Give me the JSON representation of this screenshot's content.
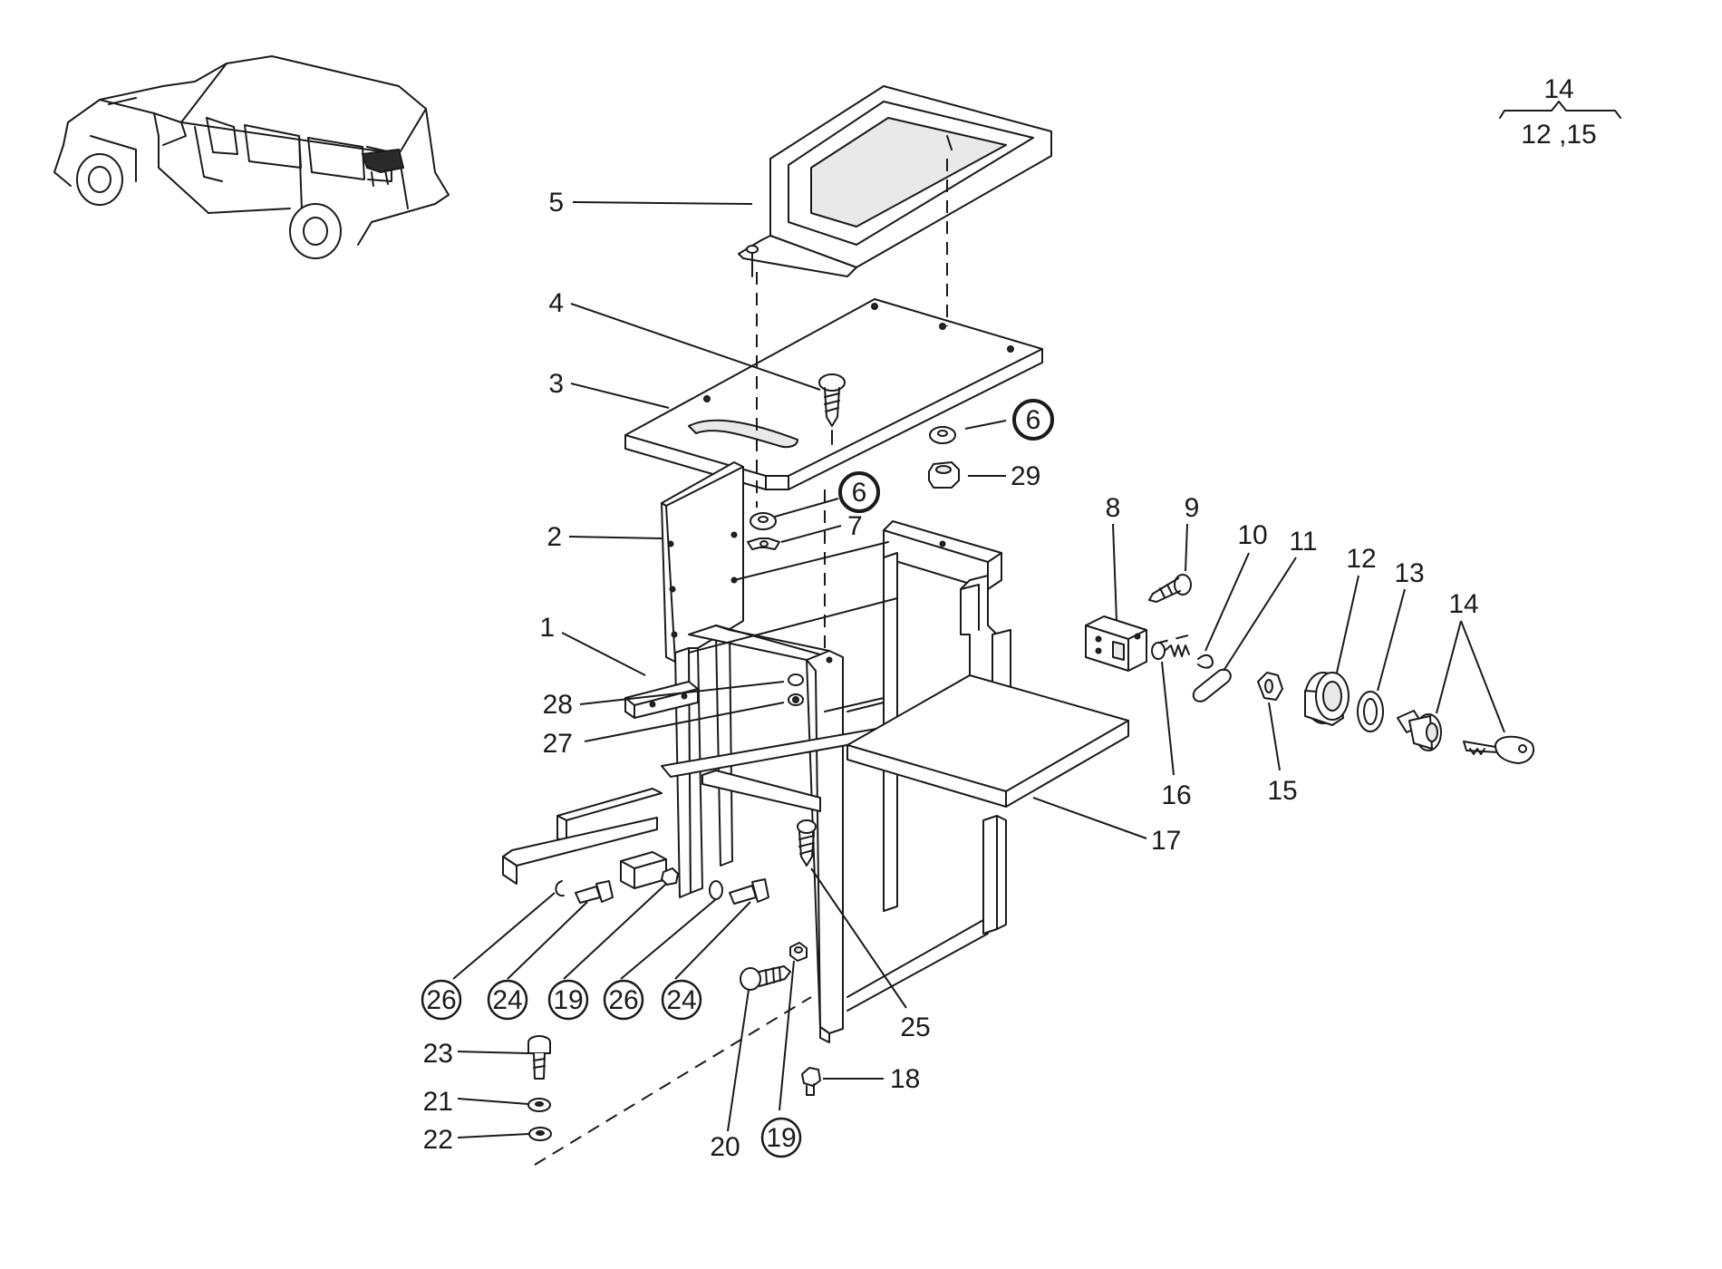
{
  "diagram": {
    "legend": {
      "top": "14",
      "bottom": "12 ,15"
    },
    "callouts": [
      {
        "id": "c5",
        "text": "5",
        "circled": false
      },
      {
        "id": "c4",
        "text": "4",
        "circled": false
      },
      {
        "id": "c3",
        "text": "3",
        "circled": false
      },
      {
        "id": "c2",
        "text": "2",
        "circled": false
      },
      {
        "id": "c1",
        "text": "1",
        "circled": false
      },
      {
        "id": "c28",
        "text": "28",
        "circled": false
      },
      {
        "id": "c27",
        "text": "27",
        "circled": false
      },
      {
        "id": "c6a",
        "text": "6",
        "circled": true
      },
      {
        "id": "c29",
        "text": "29",
        "circled": false
      },
      {
        "id": "c6b",
        "text": "6",
        "circled": true
      },
      {
        "id": "c7",
        "text": "7",
        "circled": false
      },
      {
        "id": "c8",
        "text": "8",
        "circled": false
      },
      {
        "id": "c9",
        "text": "9",
        "circled": false
      },
      {
        "id": "c10",
        "text": "10",
        "circled": false
      },
      {
        "id": "c11",
        "text": "11",
        "circled": false
      },
      {
        "id": "c12",
        "text": "12",
        "circled": false
      },
      {
        "id": "c13",
        "text": "13",
        "circled": false
      },
      {
        "id": "c14",
        "text": "14",
        "circled": false
      },
      {
        "id": "c16",
        "text": "16",
        "circled": false
      },
      {
        "id": "c15",
        "text": "15",
        "circled": false
      },
      {
        "id": "c17",
        "text": "17",
        "circled": false
      },
      {
        "id": "c26a",
        "text": "26",
        "circled": true
      },
      {
        "id": "c24a",
        "text": "24",
        "circled": true
      },
      {
        "id": "c19a",
        "text": "19",
        "circled": true
      },
      {
        "id": "c26b",
        "text": "26",
        "circled": true
      },
      {
        "id": "c24b",
        "text": "24",
        "circled": true
      },
      {
        "id": "c25",
        "text": "25",
        "circled": false
      },
      {
        "id": "c23",
        "text": "23",
        "circled": false
      },
      {
        "id": "c21",
        "text": "21",
        "circled": false
      },
      {
        "id": "c22",
        "text": "22",
        "circled": false
      },
      {
        "id": "c20",
        "text": "20",
        "circled": false
      },
      {
        "id": "c19b",
        "text": "19",
        "circled": true
      },
      {
        "id": "c18",
        "text": "18",
        "circled": false
      }
    ]
  }
}
